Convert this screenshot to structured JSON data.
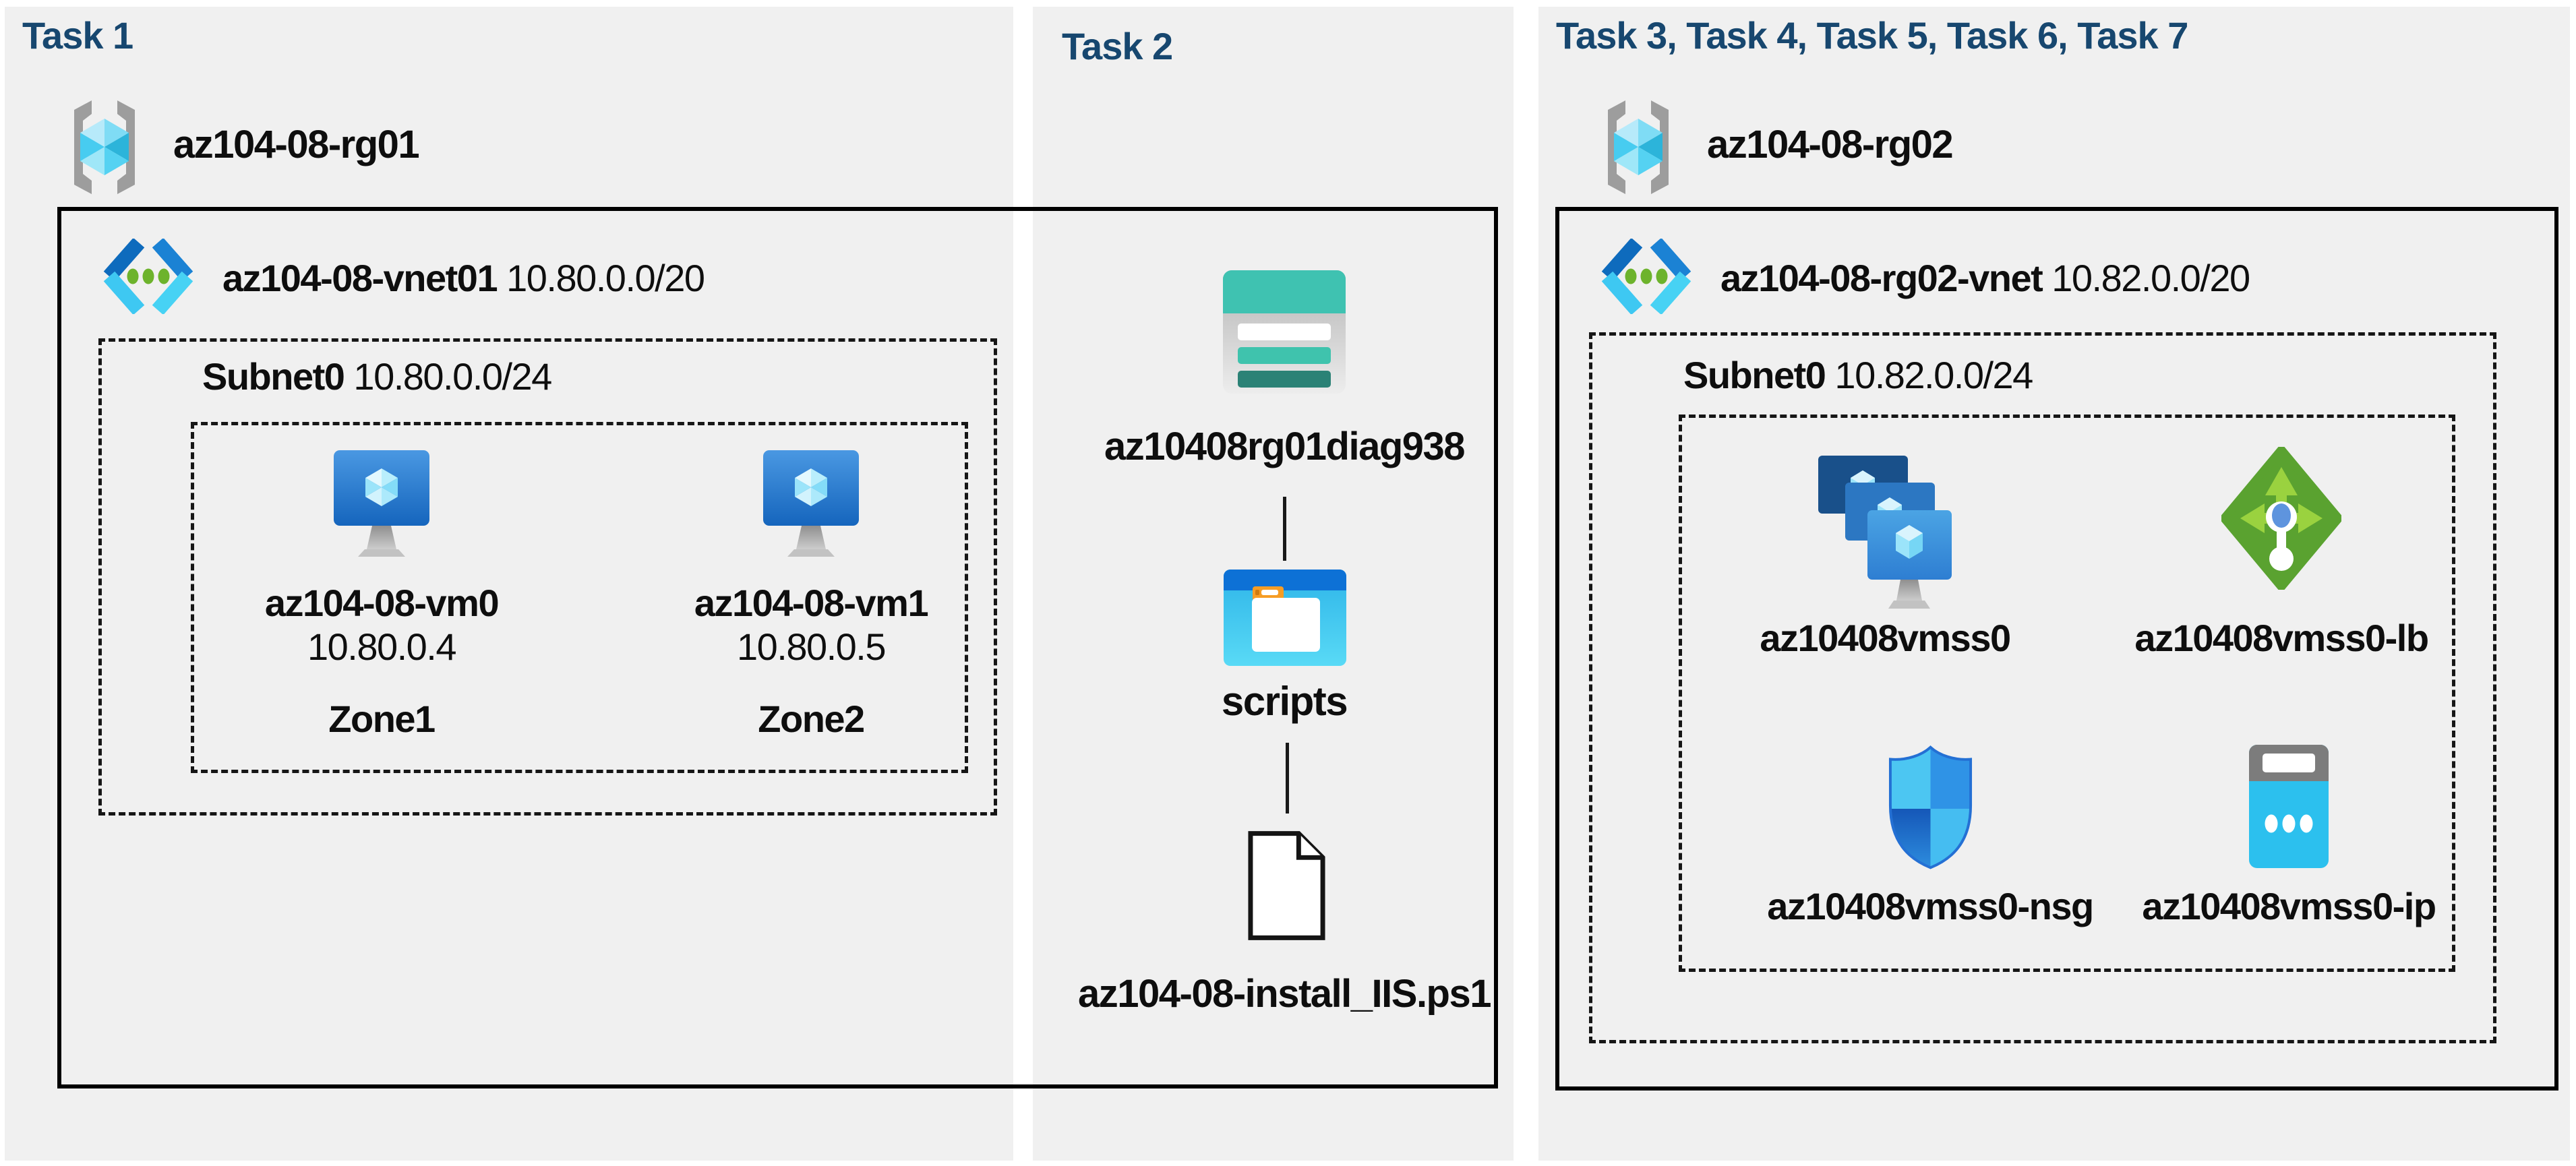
{
  "colors": {
    "title_navy": "#17476f",
    "panel_bg": "#f0f0f0",
    "diagram_line": "#000000"
  },
  "panels": {
    "task1": {
      "title": "Task 1",
      "resource_group": "az104-08-rg01",
      "vnet_name": "az104-08-vnet01",
      "vnet_cidr": "10.80.0.0/20",
      "subnet_name": "Subnet0",
      "subnet_cidr": "10.80.0.0/24",
      "vms": [
        {
          "name": "az104-08-vm0",
          "ip": "10.80.0.4",
          "zone": "Zone1"
        },
        {
          "name": "az104-08-vm1",
          "ip": "10.80.0.5",
          "zone": "Zone2"
        }
      ]
    },
    "task2": {
      "title": "Task 2",
      "storage_account": "az10408rg01diag938",
      "folder": "scripts",
      "script_file": "az104-08-install_IIS.ps1"
    },
    "task3": {
      "title": "Task 3, Task 4, Task 5, Task 6, Task 7",
      "resource_group": "az104-08-rg02",
      "vnet_name": "az104-08-rg02-vnet",
      "vnet_cidr": "10.82.0.0/20",
      "subnet_name": "Subnet0",
      "subnet_cidr": "10.82.0.0/24",
      "vmss": "az10408vmss0",
      "load_balancer": "az10408vmss0-lb",
      "nsg": "az10408vmss0-nsg",
      "public_ip": "az10408vmss0-ip"
    }
  },
  "icons": {
    "resource_group": "resource-group-icon",
    "virtual_network": "virtual-network-icon",
    "virtual_machine": "virtual-machine-icon",
    "storage_account": "storage-account-icon",
    "folder": "folder-icon",
    "script_file": "file-icon",
    "vm_scale_set": "vm-scale-set-icon",
    "load_balancer": "load-balancer-icon",
    "network_security_group": "network-security-group-icon",
    "public_ip": "public-ip-icon"
  }
}
